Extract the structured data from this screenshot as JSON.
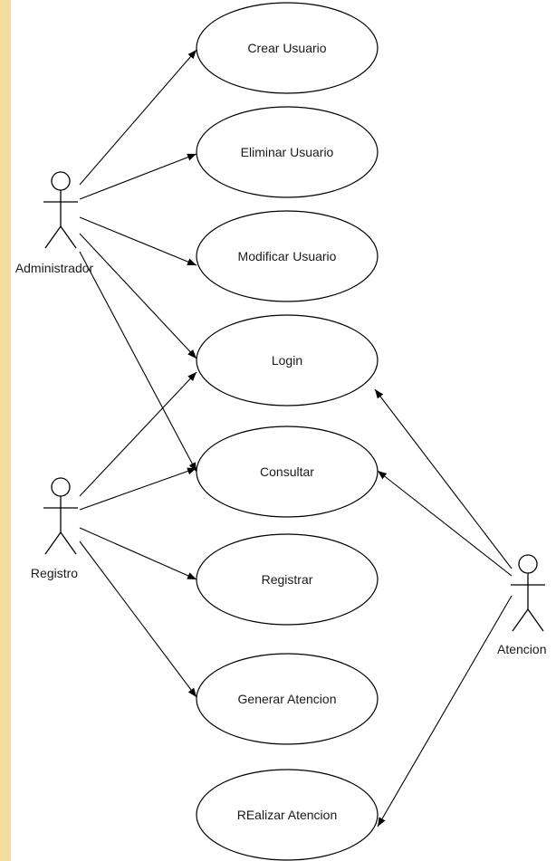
{
  "diagram": {
    "actors": [
      {
        "id": "administrador",
        "label": "Administrador"
      },
      {
        "id": "registro",
        "label": "Registro"
      },
      {
        "id": "atencion",
        "label": "Atencion"
      }
    ],
    "use_cases": [
      {
        "id": "crear-usuario",
        "label": "Crear Usuario"
      },
      {
        "id": "eliminar-usuario",
        "label": "Eliminar Usuario"
      },
      {
        "id": "modificar-usuario",
        "label": "Modificar Usuario"
      },
      {
        "id": "login",
        "label": "Login"
      },
      {
        "id": "consultar",
        "label": "Consultar"
      },
      {
        "id": "registrar",
        "label": "Registrar"
      },
      {
        "id": "generar-atencion",
        "label": "Generar Atencion"
      },
      {
        "id": "realizar-atencion",
        "label": "REalizar Atencion"
      }
    ],
    "associations": [
      {
        "from": "administrador",
        "to": "crear-usuario"
      },
      {
        "from": "administrador",
        "to": "eliminar-usuario"
      },
      {
        "from": "administrador",
        "to": "modificar-usuario"
      },
      {
        "from": "administrador",
        "to": "login"
      },
      {
        "from": "administrador",
        "to": "consultar"
      },
      {
        "from": "registro",
        "to": "login"
      },
      {
        "from": "registro",
        "to": "consultar"
      },
      {
        "from": "registro",
        "to": "registrar"
      },
      {
        "from": "registro",
        "to": "generar-atencion"
      },
      {
        "from": "atencion",
        "to": "login"
      },
      {
        "from": "atencion",
        "to": "consultar"
      },
      {
        "from": "atencion",
        "to": "realizar-atencion"
      }
    ]
  }
}
